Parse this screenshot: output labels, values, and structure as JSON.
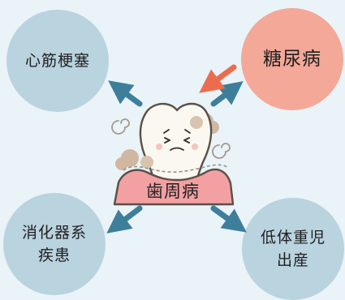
{
  "diagram": {
    "center": {
      "label": "歯周病",
      "icon": "tooth-icon"
    },
    "nodes": [
      {
        "id": "top-left",
        "lines": [
          "心筋梗塞"
        ],
        "color": "#b9d3df"
      },
      {
        "id": "top-right",
        "lines": [
          "糖尿病"
        ],
        "color": "#f4a898"
      },
      {
        "id": "bottom-left",
        "lines": [
          "消化器系",
          "疾患"
        ],
        "color": "#b9d3df"
      },
      {
        "id": "bottom-right",
        "lines": [
          "低体重児",
          "出産"
        ],
        "color": "#b9d3df"
      }
    ],
    "colors": {
      "background": "#e9f3f8",
      "arrow_out": "#3d7f9b",
      "arrow_in": "#ec6d4e",
      "gum": "#f3a0a3",
      "tooth": "#fbf7f1"
    }
  }
}
